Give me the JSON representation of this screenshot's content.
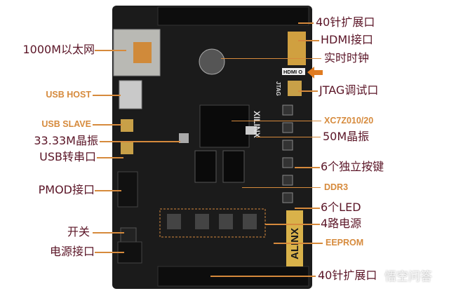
{
  "left_labels": [
    "1000M以太网",
    "USB HOST",
    "USB SLAVE",
    "33.33M晶振",
    "USB转串口",
    "PMOD接口",
    "开关",
    "电源接口"
  ],
  "right_labels": [
    "40针扩展口",
    "HDMI接口",
    "实时时钟",
    "JTAG调试口",
    "XC7Z010/20",
    "50M晶振",
    "6个独立按键",
    "DDR3",
    "6个LED",
    "4路电源",
    "EEPROM",
    "40针扩展口"
  ],
  "board_text": {
    "brand": "ALINX",
    "chip_logo": "XILINX",
    "hdmi": "HDMI O",
    "jtag": "JTAG"
  },
  "watermark": "悟空问答",
  "colors": {
    "label": "#5a1426",
    "accent": "#d68a3c",
    "board": "#1b1b1b"
  }
}
